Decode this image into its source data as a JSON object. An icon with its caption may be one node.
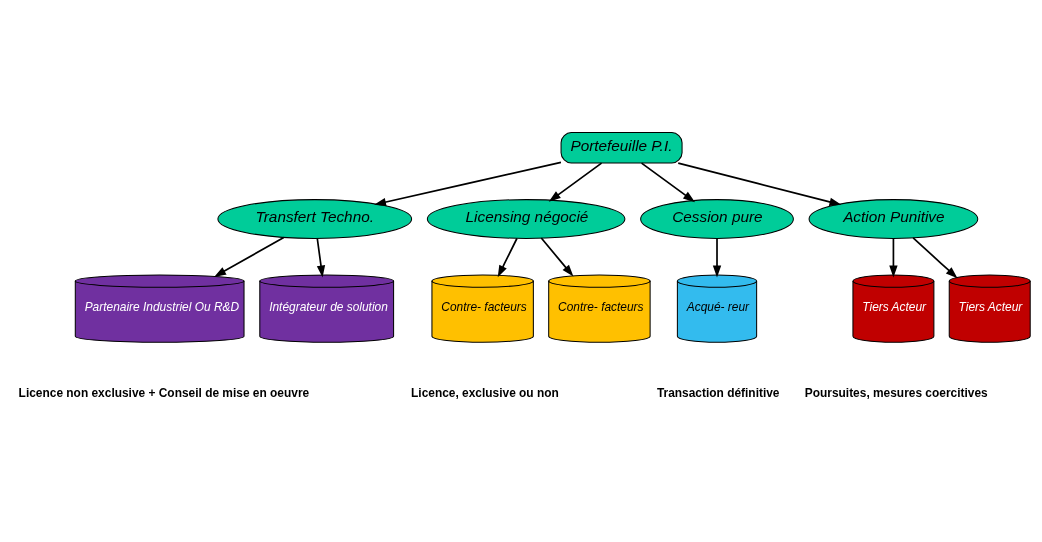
{
  "diagram": {
    "nodes": [
      {
        "text": [
          "Portefeuille P.I."
        ]
      },
      {
        "text": [
          "Transfert Techno."
        ]
      },
      {
        "text": [
          "Licensing négocié"
        ]
      },
      {
        "text": [
          "Cession pure"
        ]
      },
      {
        "text": [
          "Action Punitive"
        ]
      },
      {
        "text": [
          "Partenaire Industriel Ou R&D"
        ]
      },
      {
        "text": [
          "Intégrateur de solution"
        ]
      },
      {
        "text": [
          "Contre- facteurs"
        ]
      },
      {
        "text": [
          "Contre- facteurs"
        ]
      },
      {
        "text": [
          "Acqué- reur"
        ]
      },
      {
        "text": [
          "Tiers Acteur"
        ]
      },
      {
        "text": [
          "Tiers Acteur"
        ]
      }
    ],
    "edges": [
      {
        "from": 0,
        "to": 1,
        "arrow": "to"
      },
      {
        "from": 0,
        "to": 2,
        "arrow": "to"
      },
      {
        "from": 0,
        "to": 3,
        "arrow": "to"
      },
      {
        "from": 0,
        "to": 4,
        "arrow": "to"
      },
      {
        "from": 1,
        "to": 5,
        "arrow": "to"
      },
      {
        "from": 1,
        "to": 6,
        "arrow": "to"
      },
      {
        "from": 2,
        "to": 7,
        "arrow": "to"
      },
      {
        "from": 2,
        "to": 8,
        "arrow": "to"
      },
      {
        "from": 3,
        "to": 9,
        "arrow": "to"
      },
      {
        "from": 4,
        "to": 10,
        "arrow": "to"
      },
      {
        "from": 4,
        "to": 11,
        "arrow": "to"
      }
    ],
    "labels": [
      "Licence non exclusive + Conseil de mise en oeuvre",
      "Licence, exclusive ou non",
      "Transaction définitive",
      "Poursuites, mesures coercitives"
    ]
  }
}
